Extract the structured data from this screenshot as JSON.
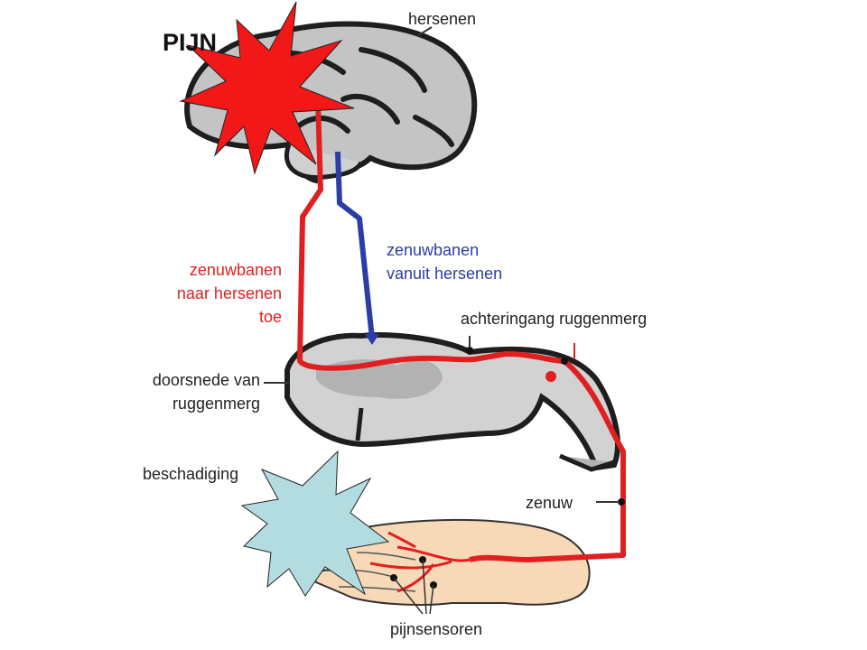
{
  "labels": {
    "pain": "PIJN",
    "brain": "hersenen",
    "tracts_from_brain": [
      "zenuwbanen",
      "vanuit hersenen"
    ],
    "tracts_to_brain": [
      "zenuwbanen",
      "naar hersenen",
      "toe"
    ],
    "dorsal_root": "achteringang ruggenmerg",
    "cross_section": [
      "doorsnede van",
      "ruggenmerg"
    ],
    "damage": "beschadiging",
    "nerve": "zenuw",
    "pain_sensors": "pijnsensoren"
  },
  "colors": {
    "afferent_path": "#e02020",
    "efferent_path": "#2b3ea8",
    "pain_burst": "#f21818",
    "damage_burst": "#b3dce0",
    "brain_fill": "#c4c4c4",
    "spinal_fill": "#d2d2d2",
    "skin": "#f7d9b8"
  },
  "icons": [
    "brain-icon",
    "spinal-cord-section-icon",
    "hand-icon",
    "pain-burst-icon",
    "damage-burst-icon"
  ]
}
